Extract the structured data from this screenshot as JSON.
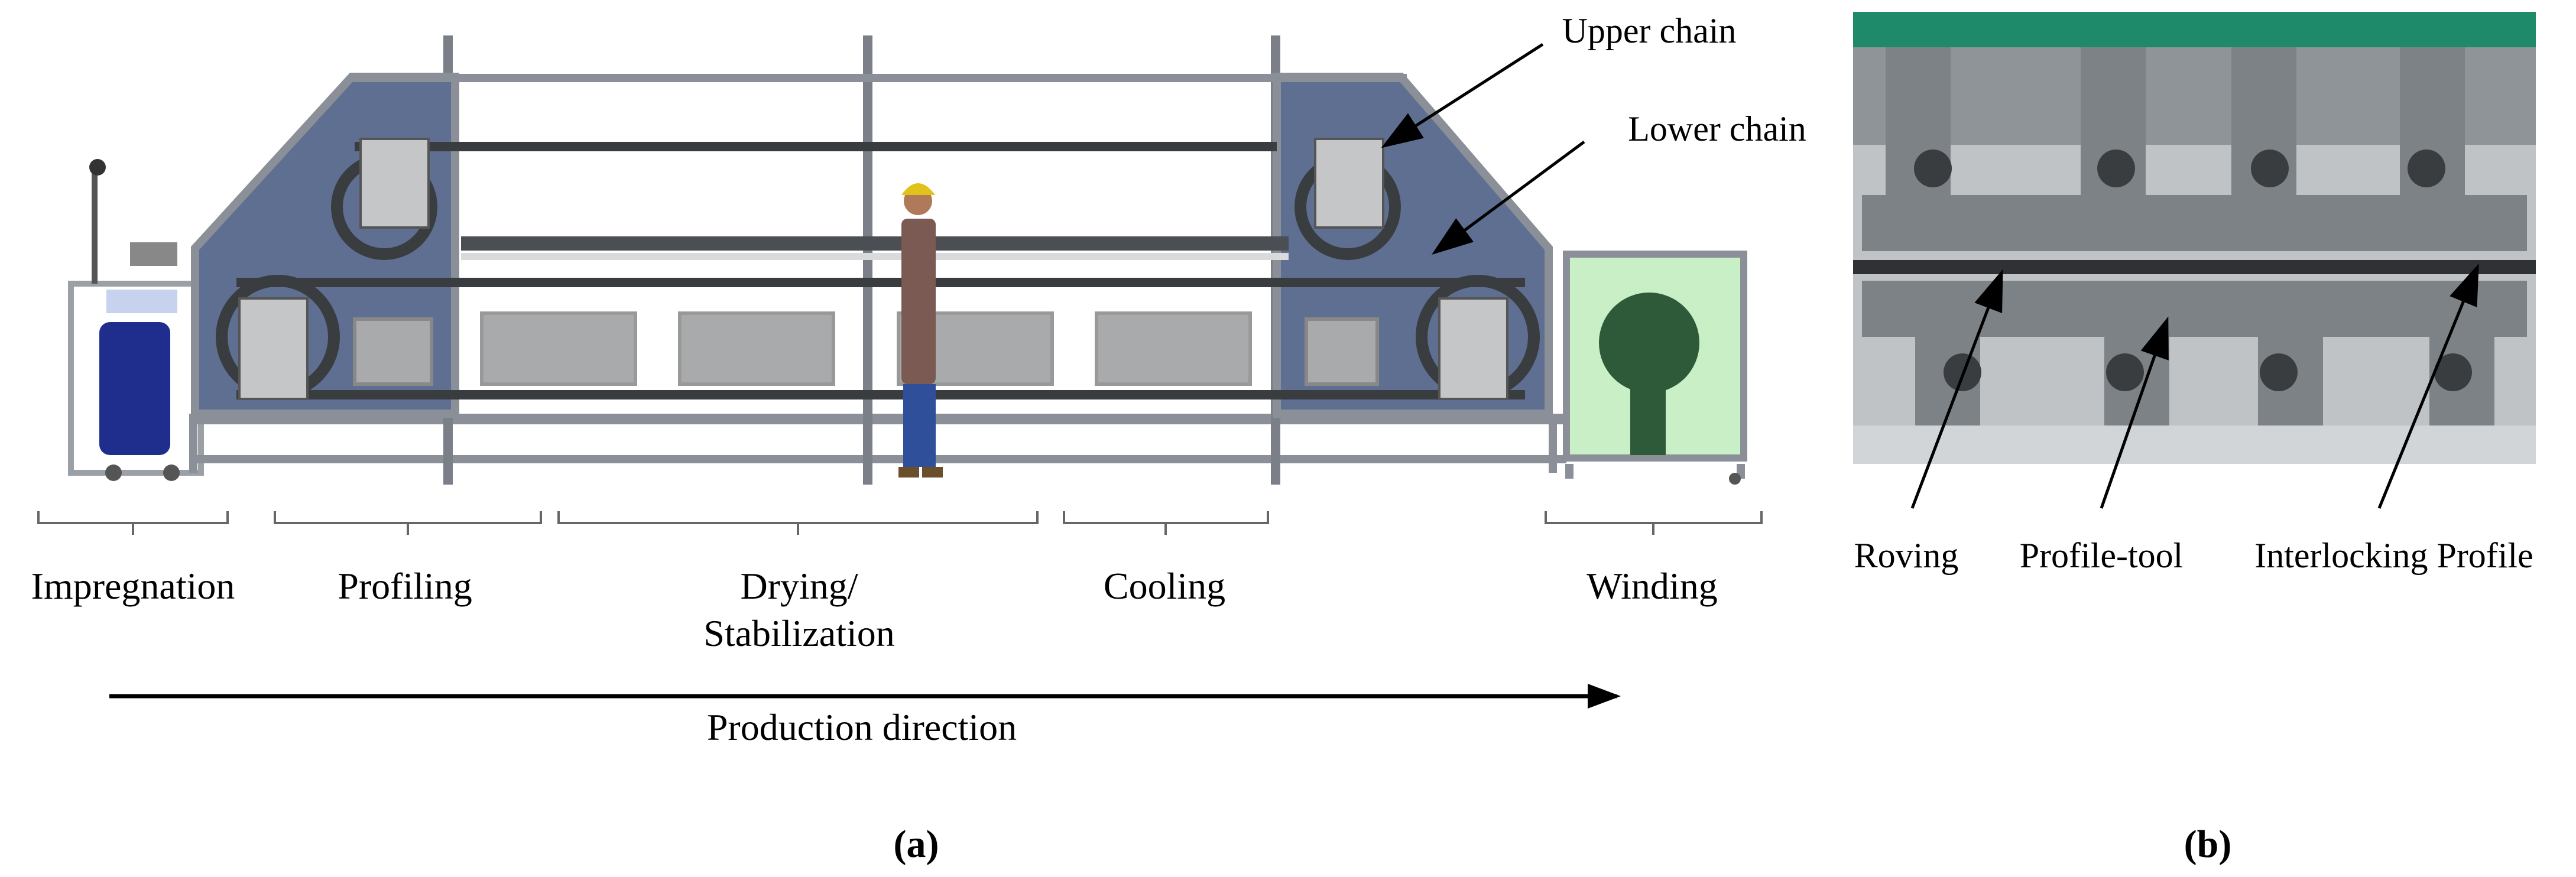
{
  "panel_a": {
    "caption": "(a)",
    "callouts": {
      "upper_chain": "Upper chain",
      "lower_chain": "Lower chain"
    },
    "stages": {
      "impregnation": "Impregnation",
      "profiling": "Profiling",
      "drying_line1": "Drying/",
      "drying_line2": "Stabilization",
      "cooling": "Cooling",
      "winding": "Winding"
    },
    "direction": "Production direction",
    "colors": {
      "housing": "#5f6f92",
      "frame": "#8a8f98",
      "panel": "#a8aaab",
      "winding_screen": "#c9efc6",
      "winding_mark": "#2e5a3a",
      "drum": "#1f2d8c",
      "worker_shirt": "#7a5a52",
      "worker_pants": "#2f4f9a",
      "worker_helmet": "#e1c21a"
    }
  },
  "panel_b": {
    "caption": "(b)",
    "labels": {
      "roving": "Roving",
      "profile_tool": "Profile-tool",
      "interlocking_profile": "Interlocking Profile"
    },
    "colors": {
      "bracket_top": "#1f8a6a",
      "metal": "#7d8286",
      "metal_dark": "#3a3d40",
      "background": "#bfc3c6"
    }
  }
}
